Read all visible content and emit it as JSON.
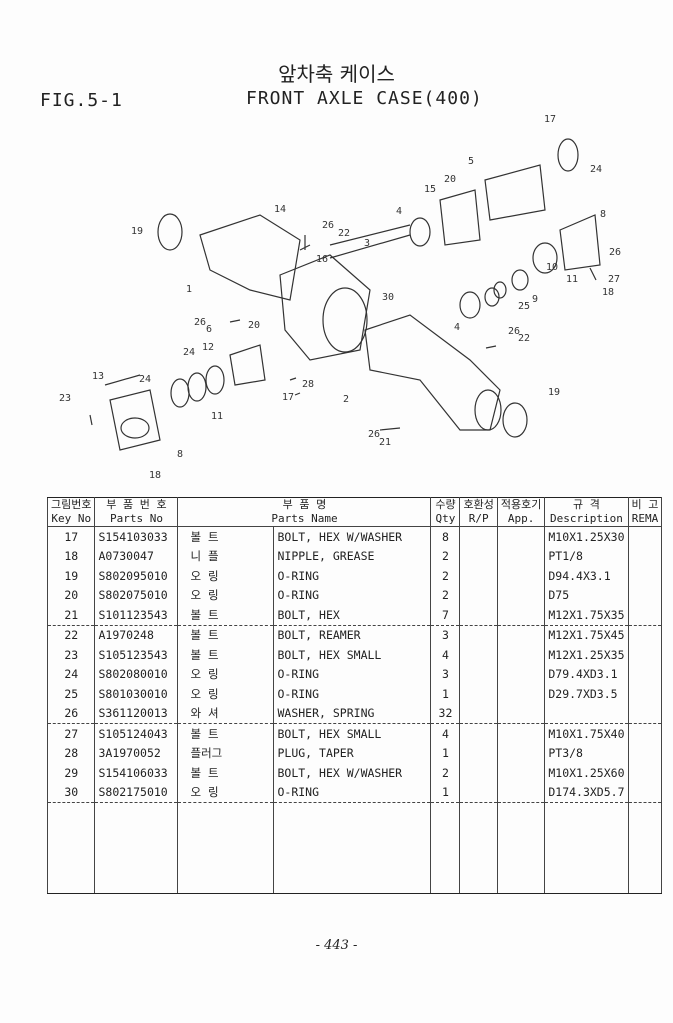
{
  "header": {
    "title_ko": "앞차축 케이스",
    "title_en": "FRONT AXLE CASE(400)",
    "figure": "FIG.5-1"
  },
  "diagram": {
    "callouts": [
      "17",
      "5",
      "20",
      "24",
      "15",
      "4",
      "8",
      "14",
      "26",
      "22",
      "16",
      "3",
      "19",
      "26",
      "27",
      "10",
      "11",
      "18",
      "9",
      "25",
      "1",
      "30",
      "4",
      "26",
      "22",
      "26",
      "6",
      "20",
      "12",
      "24",
      "28",
      "17",
      "13",
      "24",
      "23",
      "2",
      "11",
      "19",
      "8",
      "18",
      "26",
      "21"
    ]
  },
  "table": {
    "headers": {
      "key_ko": "그림번호",
      "key_en": "Key No",
      "pno_ko": "부 품 번 호",
      "pno_en": "Parts No",
      "name_ko": "부   품   명",
      "name_en": "Parts Name",
      "qty_ko": "수량",
      "qty_en": "Qty",
      "rp_ko": "호환성",
      "rp_en": "R/P",
      "app_ko": "적용호기",
      "app_en": "App.",
      "desc_ko": "규   격",
      "desc_en": "Description",
      "rem_ko": "비 고",
      "rem_en": "REMA"
    },
    "rows": [
      {
        "key": "17",
        "pno": "S154103033",
        "ko": "볼 트",
        "en": "BOLT, HEX W/WASHER",
        "qty": "8",
        "desc": "M10X1.25X30"
      },
      {
        "key": "18",
        "pno": "A0730047",
        "ko": "니 플",
        "en": "NIPPLE, GREASE",
        "qty": "2",
        "desc": "PT1/8"
      },
      {
        "key": "19",
        "pno": "S802095010",
        "ko": "오 링",
        "en": "O-RING",
        "qty": "2",
        "desc": "D94.4X3.1"
      },
      {
        "key": "20",
        "pno": "S802075010",
        "ko": "오 링",
        "en": "O-RING",
        "qty": "2",
        "desc": "D75"
      },
      {
        "key": "21",
        "pno": "S101123543",
        "ko": "볼 트",
        "en": "BOLT, HEX",
        "qty": "7",
        "desc": "M12X1.75X35"
      },
      {
        "key": "22",
        "pno": "A1970248",
        "ko": "볼 트",
        "en": "BOLT, REAMER",
        "qty": "3",
        "desc": "M12X1.75X45"
      },
      {
        "key": "23",
        "pno": "S105123543",
        "ko": "볼 트",
        "en": "BOLT, HEX SMALL",
        "qty": "4",
        "desc": "M12X1.25X35"
      },
      {
        "key": "24",
        "pno": "S802080010",
        "ko": "오 링",
        "en": "O-RING",
        "qty": "3",
        "desc": "D79.4XD3.1"
      },
      {
        "key": "25",
        "pno": "S801030010",
        "ko": "오 링",
        "en": "O-RING",
        "qty": "1",
        "desc": "D29.7XD3.5"
      },
      {
        "key": "26",
        "pno": "S361120013",
        "ko": "와 셔",
        "en": "WASHER, SPRING",
        "qty": "32",
        "desc": ""
      },
      {
        "key": "27",
        "pno": "S105124043",
        "ko": "볼 트",
        "en": "BOLT, HEX SMALL",
        "qty": "4",
        "desc": "M10X1.75X40"
      },
      {
        "key": "28",
        "pno": "3A1970052",
        "ko": "플러그",
        "en": "PLUG, TAPER",
        "qty": "1",
        "desc": "PT3/8"
      },
      {
        "key": "29",
        "pno": "S154106033",
        "ko": "볼 트",
        "en": "BOLT, HEX W/WASHER",
        "qty": "2",
        "desc": "M10X1.25X60"
      },
      {
        "key": "30",
        "pno": "S802175010",
        "ko": "오 링",
        "en": "O-RING",
        "qty": "1",
        "desc": "D174.3XD5.7"
      }
    ]
  },
  "footer": {
    "page": "- 443 -"
  }
}
